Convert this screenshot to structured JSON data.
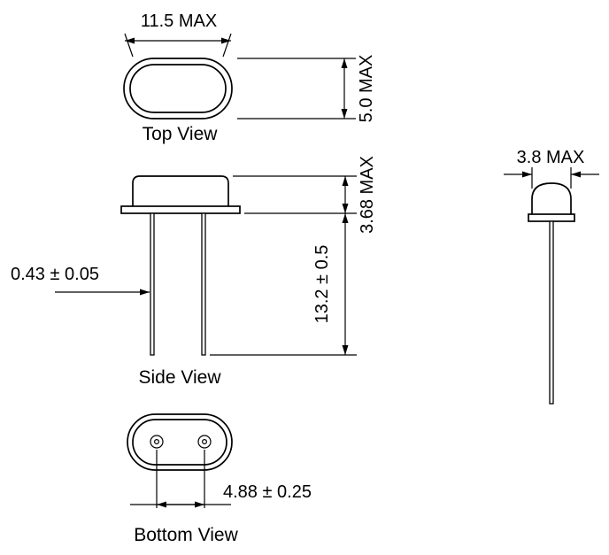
{
  "colors": {
    "line": "#000000",
    "background": "#ffffff"
  },
  "views": {
    "top": {
      "label": "Top View",
      "width_dim": "11.5 MAX",
      "height_dim": "5.0 MAX"
    },
    "side": {
      "label": "Side View",
      "can_height_dim": "3.68 MAX",
      "lead_length_dim": "13.2 ± 0.5",
      "lead_width_dim": "0.43 ± 0.05"
    },
    "end": {
      "depth_dim": "3.8 MAX"
    },
    "bottom": {
      "label": "Bottom View",
      "pin_spacing_dim": "4.88 ± 0.25"
    }
  }
}
